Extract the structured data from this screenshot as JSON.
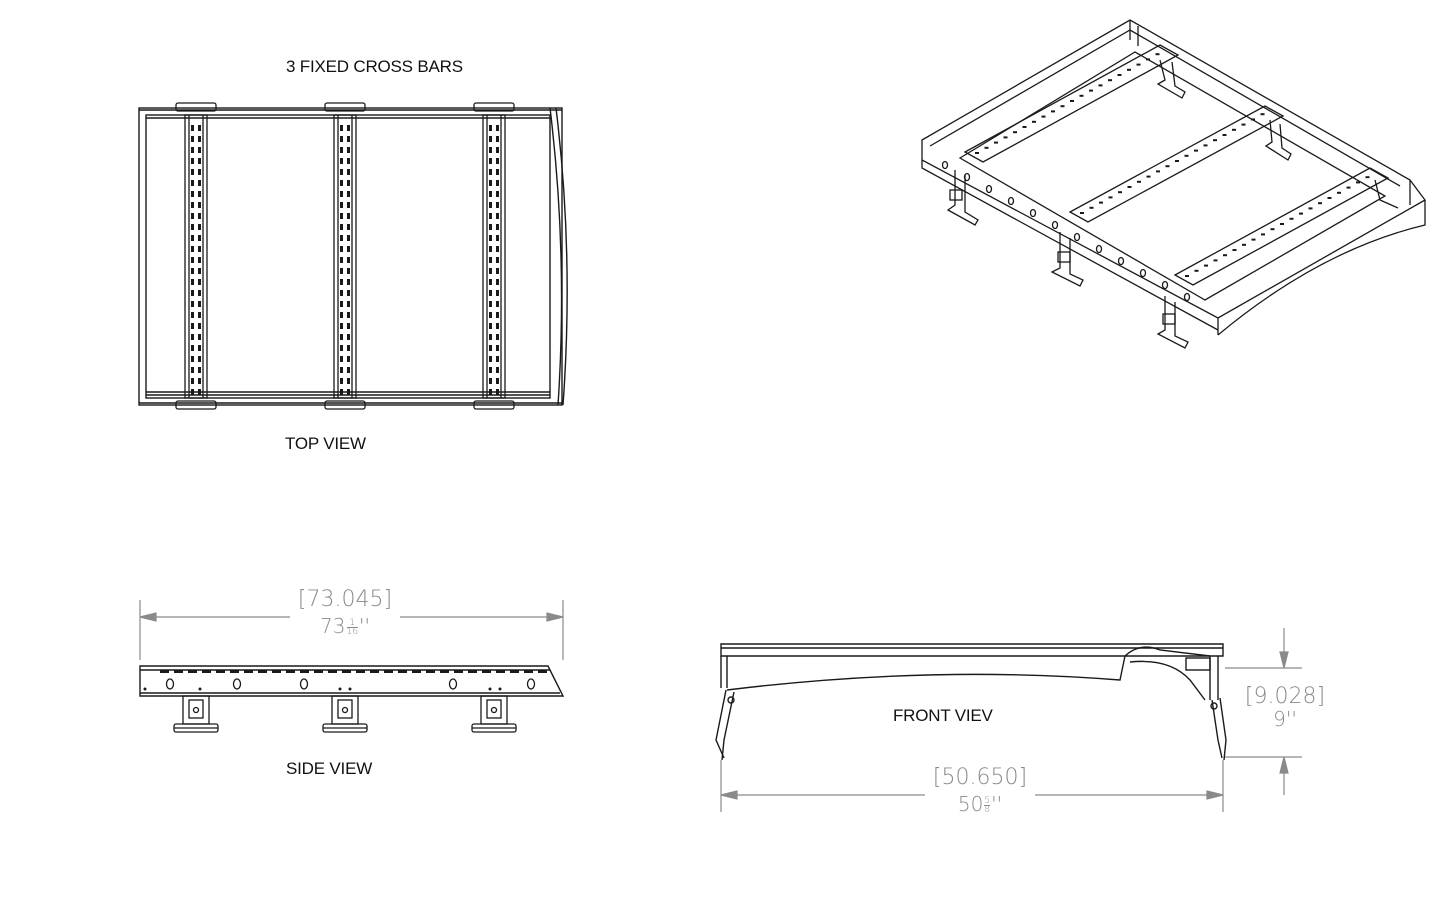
{
  "labels": {
    "cross_bars": "3 FIXED CROSS BARS",
    "top_view": "TOP VIEW",
    "side_view": "SIDE VIEW",
    "front_view": "FRONT VIEV"
  },
  "dimensions": {
    "length_decimal": "[73.045]",
    "length_whole": "73",
    "length_frac_num": "1",
    "length_frac_den": "16",
    "length_unit": "''",
    "width_decimal": "[50.650]",
    "width_whole": "50",
    "width_frac_num": "5",
    "width_frac_den": "8",
    "width_unit": "''",
    "height_decimal": "[9.028]",
    "height_whole": "9''"
  },
  "colors": {
    "line": "#1a1a1a",
    "dimension": "#8a8a8a"
  }
}
